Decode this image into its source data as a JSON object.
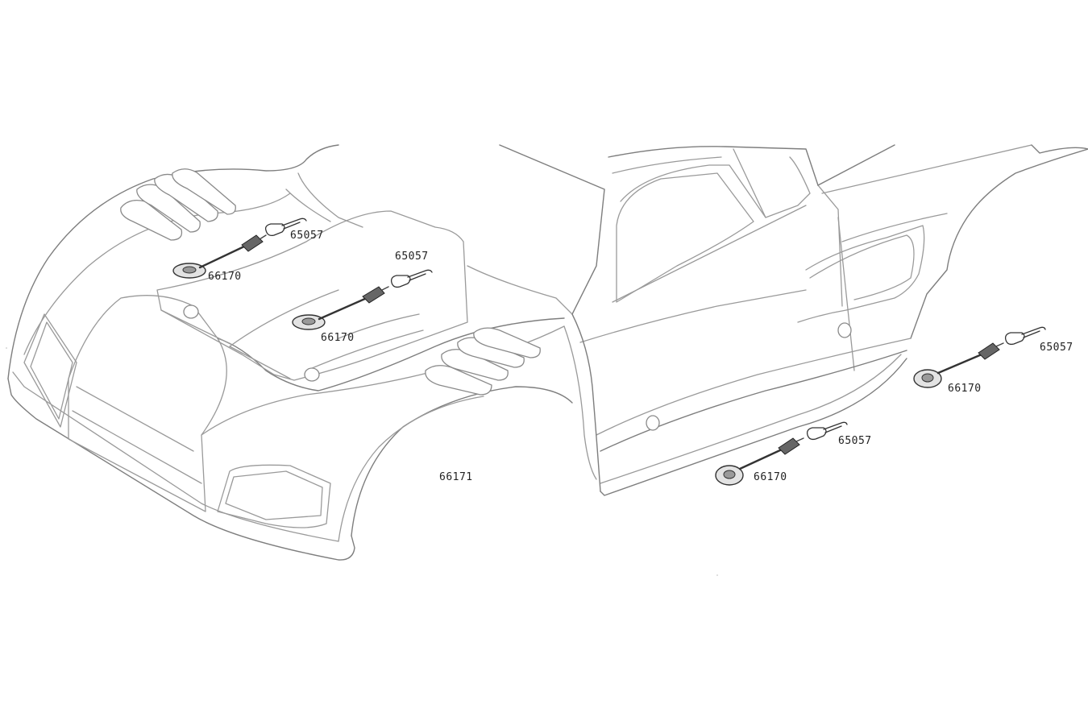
{
  "body_part_number": "66171",
  "callouts": [
    {
      "id": "hood-left",
      "pin": "66170",
      "clip": "65057"
    },
    {
      "id": "hood-center",
      "pin": "66170",
      "clip": "65057"
    },
    {
      "id": "side-rear",
      "pin": "66170",
      "clip": "65057"
    },
    {
      "id": "side-mid",
      "pin": "66170",
      "clip": "65057"
    }
  ],
  "colors": {
    "line": "#9a9a9a",
    "part": "#333333",
    "background": "#ffffff"
  },
  "icons": [
    "body-pin-icon",
    "body-clip-icon",
    "washer-icon"
  ]
}
